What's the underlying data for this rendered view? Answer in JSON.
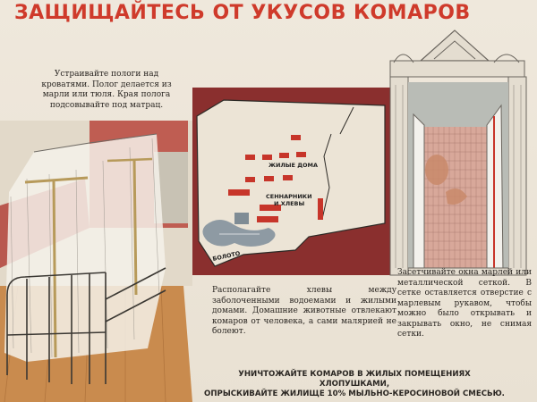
{
  "poster": {
    "title": "ЗАЩИЩАЙТЕСЬ ОТ УКУСОВ КОМАРОВ",
    "bed_caption": "Устраивайте пологи над кроватями. Полог делается из марли или тюля. Края полога подсовывайте под матрац.",
    "center_caption": "Располагайте хлевы между заболоченными водоемами и жилыми домами. Домашние животные отвлекают комаров от человека, а сами малярией не болеют.",
    "window_caption": "Засетчивайте окна марлей или металлической сеткой. В сетке оставляется отверстие с марлевым рукавом, чтобы можно было открывать и закрывать окно, не снимая сетки.",
    "footer_line1": "УНИЧТОЖАЙТЕ КОМАРОВ В ЖИЛЫХ ПОМЕЩЕНИЯХ ХЛОПУШКАМИ,",
    "footer_line2": "ОПРЫСКИВАЙТЕ ЖИЛИЩЕ 10% МЫЛЬНО-КЕРОСИНОВОЙ СМЕСЬЮ."
  },
  "map": {
    "label_houses": "ЖИЛЫЕ ДОМА",
    "label_stables_1": "СЕННАРНИКИ",
    "label_stables_2": "И ХЛЕВЫ",
    "label_swamp": "БОЛОТО"
  },
  "colors": {
    "title_red": "#cf3a2b",
    "map_maroon": "#8a2f2e",
    "house_red": "#c7352a",
    "swamp_gray": "#8e9aa3"
  }
}
